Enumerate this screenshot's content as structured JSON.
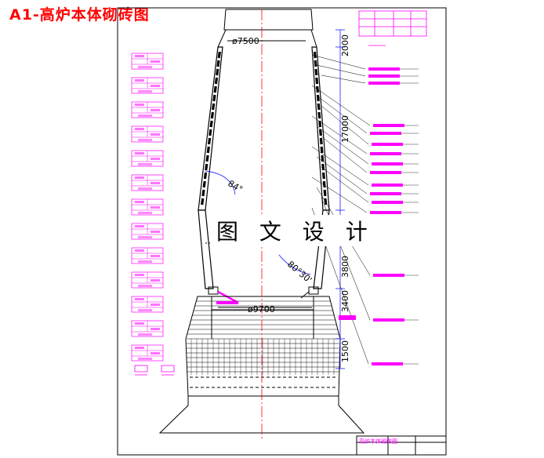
{
  "title": "A1-高炉本体砌砖图",
  "overlay_text": "图 文 设 计",
  "colors": {
    "accent": "#ff00ff",
    "title": "#ff0000",
    "centerline": "#ff0000",
    "dimension": "#0000ff",
    "lines": "#000000"
  },
  "dimensions": {
    "top_diameter": "ø7500",
    "belly_diameter": "ø9700",
    "throat_height": "2000",
    "stack_height": "17000",
    "belly_height": "3800",
    "bosh_height": "3400",
    "hearth_height": "1500",
    "stack_angle": "84°",
    "bosh_angle": "80°30'"
  },
  "title_block": {
    "label": "高炉本体砌砖图"
  }
}
